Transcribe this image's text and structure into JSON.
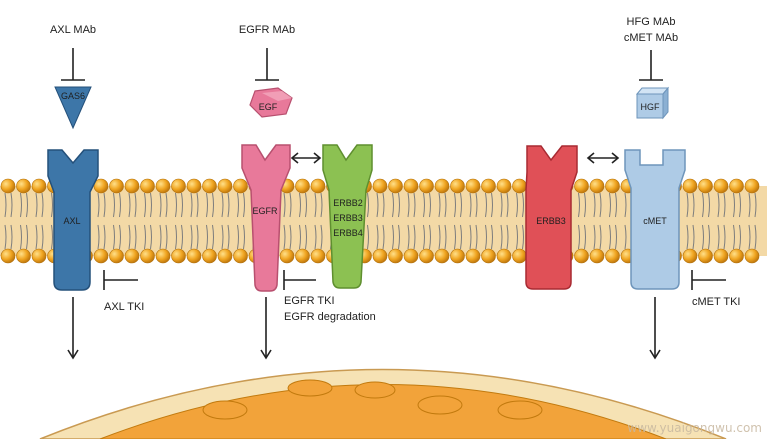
{
  "labels": {
    "axl_mab": "AXL MAb",
    "egfr_mab": "EGFR MAb",
    "hgf_mab": "HFG MAb",
    "cmet_mab": "cMET MAb",
    "gas6": "GAS6",
    "egf": "EGF",
    "hgf": "HGF",
    "axl": "AXL",
    "egfr": "EGFR",
    "erbb2": "ERBB2",
    "erbb3_green": "ERBB3",
    "erbb4": "ERBB4",
    "erbb3_red": "ERBB3",
    "cmet": "cMET",
    "axl_tki": "AXL TKI",
    "egfr_tki": "EGFR TKI",
    "egfr_degradation": "EGFR degradation",
    "cmet_tki": "cMET TKI"
  },
  "watermark": "www.yuaigongwu.com",
  "colors": {
    "membrane_fill": "#f3d9a6",
    "lipid_head": "#f0a521",
    "axl": "#3d76a8",
    "egfr": "#e8799a",
    "erbb_green": "#8cc152",
    "erbb3_red": "#e05057",
    "cmet": "#aecbe6",
    "nucleus": "#f2a33a"
  }
}
